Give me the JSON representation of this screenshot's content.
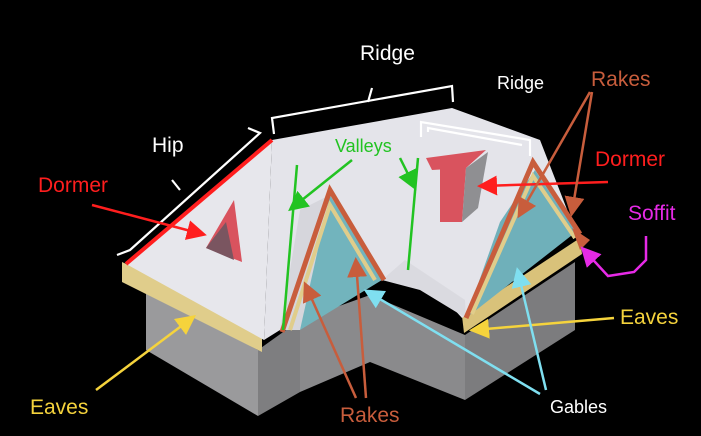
{
  "labels": {
    "ridge_left": "Ridge",
    "ridge_right": "Ridge",
    "hip": "Hip",
    "valleys": "Valleys",
    "rakes_top": "Rakes",
    "dormer_left": "Dormer",
    "dormer_right": "Dormer",
    "soffit": "Soffit",
    "eaves_right": "Eaves",
    "eaves_left": "Eaves",
    "rakes_bottom": "Rakes",
    "gables": "Gables"
  },
  "colors": {
    "background": "#000000",
    "roof_face": "#e6e6ec",
    "wall": "#8e8e90",
    "gable": "#72b4bd",
    "eave": "#e0cd8b",
    "rake": "#c85d3c",
    "hip_line": "#ff1e1e",
    "dormer": "#d9535e",
    "valley": "#22c322",
    "eaves_arrow": "#f5d33c",
    "gables_arrow": "#7fdff0",
    "soffit": "#e62ae6",
    "bracket": "#ffffff"
  }
}
